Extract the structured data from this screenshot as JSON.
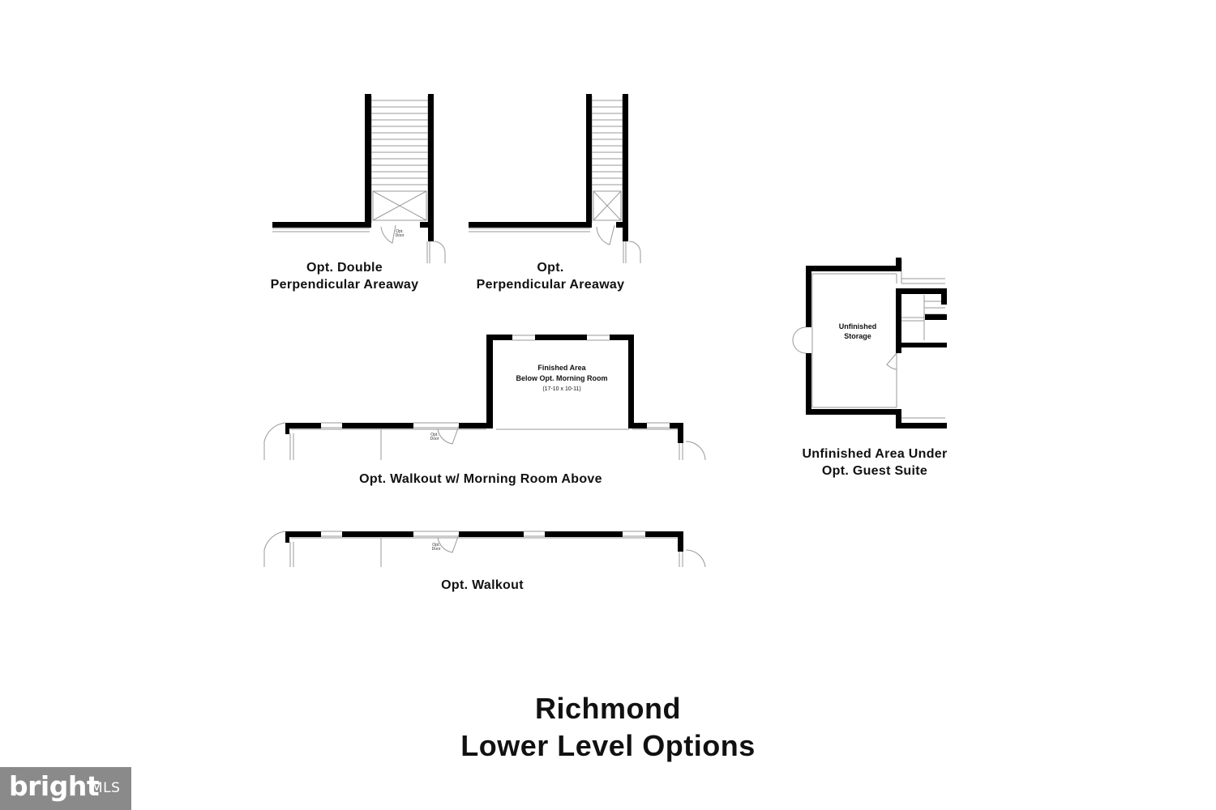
{
  "title": {
    "line1": "Richmond",
    "line2": "Lower Level Options"
  },
  "captions": {
    "double_areaway": [
      "Opt. Double",
      "Perpendicular Areaway"
    ],
    "perp_areaway": [
      "Opt.",
      "Perpendicular Areaway"
    ],
    "walkout_morning": "Opt. Walkout w/ Morning Room Above",
    "walkout": "Opt. Walkout",
    "guest_suite": [
      "Unfinished Area Under",
      "Opt. Guest Suite"
    ]
  },
  "room_labels": {
    "finished_area": [
      "Finished Area",
      "Below Opt. Morning Room",
      "(17-10 x 10-11)"
    ],
    "storage": [
      "Unfinished",
      "Storage"
    ],
    "opt_door": [
      "Opt.",
      "Door"
    ]
  },
  "watermark": {
    "wordmark": "bright",
    "suffix": "MLS"
  }
}
